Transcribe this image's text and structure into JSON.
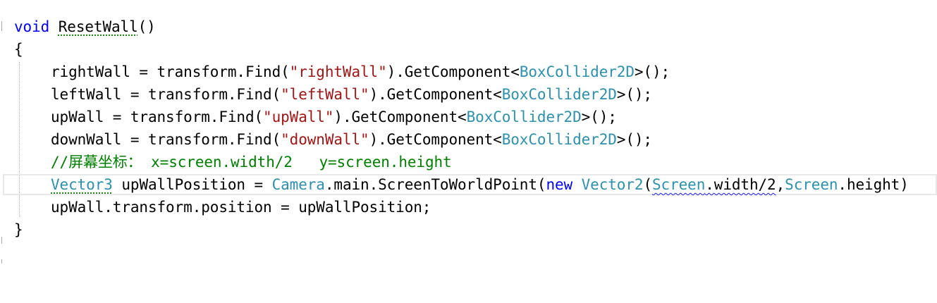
{
  "editor": {
    "lines": [
      {
        "tokens": [
          {
            "t": "void",
            "c": "kw"
          },
          {
            "t": " ",
            "c": "plain"
          },
          {
            "t": "ResetWall",
            "c": "plain",
            "u": "green"
          },
          {
            "t": "()",
            "c": "plain"
          }
        ]
      },
      {
        "tokens": [
          {
            "t": "{",
            "c": "plain"
          }
        ]
      },
      {
        "tokens": [
          {
            "t": "rightWall = transform.Find(",
            "c": "plain"
          },
          {
            "t": "\"rightWall\"",
            "c": "str"
          },
          {
            "t": ").GetComponent<",
            "c": "plain"
          },
          {
            "t": "BoxCollider2D",
            "c": "type"
          },
          {
            "t": ">();",
            "c": "plain"
          }
        ]
      },
      {
        "tokens": [
          {
            "t": "leftWall = transform.Find(",
            "c": "plain"
          },
          {
            "t": "\"leftWall\"",
            "c": "str"
          },
          {
            "t": ").GetComponent<",
            "c": "plain"
          },
          {
            "t": "BoxCollider2D",
            "c": "type"
          },
          {
            "t": ">();",
            "c": "plain"
          }
        ]
      },
      {
        "tokens": [
          {
            "t": "upWall = transform.Find(",
            "c": "plain"
          },
          {
            "t": "\"upWall\"",
            "c": "str"
          },
          {
            "t": ").GetComponent<",
            "c": "plain"
          },
          {
            "t": "BoxCollider2D",
            "c": "type"
          },
          {
            "t": ">();",
            "c": "plain"
          }
        ]
      },
      {
        "tokens": [
          {
            "t": "downWall = transform.Find(",
            "c": "plain"
          },
          {
            "t": "\"downWall\"",
            "c": "str"
          },
          {
            "t": ").GetComponent<",
            "c": "plain"
          },
          {
            "t": "BoxCollider2D",
            "c": "type"
          },
          {
            "t": ">();",
            "c": "plain"
          }
        ]
      },
      {
        "tokens": [
          {
            "t": "//屏幕坐标： x=screen.width/2   y=screen.height",
            "c": "cmt"
          }
        ]
      },
      {
        "tokens": [
          {
            "t": "Vector3",
            "c": "type",
            "u": "green"
          },
          {
            "t": " upWallPosition = ",
            "c": "plain"
          },
          {
            "t": "Camera",
            "c": "type"
          },
          {
            "t": ".main.ScreenToWorldPoint(",
            "c": "plain"
          },
          {
            "t": "new",
            "c": "kw"
          },
          {
            "t": " ",
            "c": "plain"
          },
          {
            "t": "Vector2",
            "c": "type"
          },
          {
            "t": "(",
            "c": "plain"
          },
          {
            "t": "Screen",
            "c": "type",
            "u": "blue"
          },
          {
            "t": ".width/2",
            "c": "plain",
            "u": "blue"
          },
          {
            "t": ",",
            "c": "plain"
          },
          {
            "t": "Screen",
            "c": "type"
          },
          {
            "t": ".height)",
            "c": "plain"
          }
        ]
      },
      {
        "tokens": [
          {
            "t": "upWall.transform.position = upWallPosition;",
            "c": "plain"
          }
        ]
      },
      {
        "tokens": [
          {
            "t": "}",
            "c": "plain"
          }
        ]
      }
    ]
  }
}
